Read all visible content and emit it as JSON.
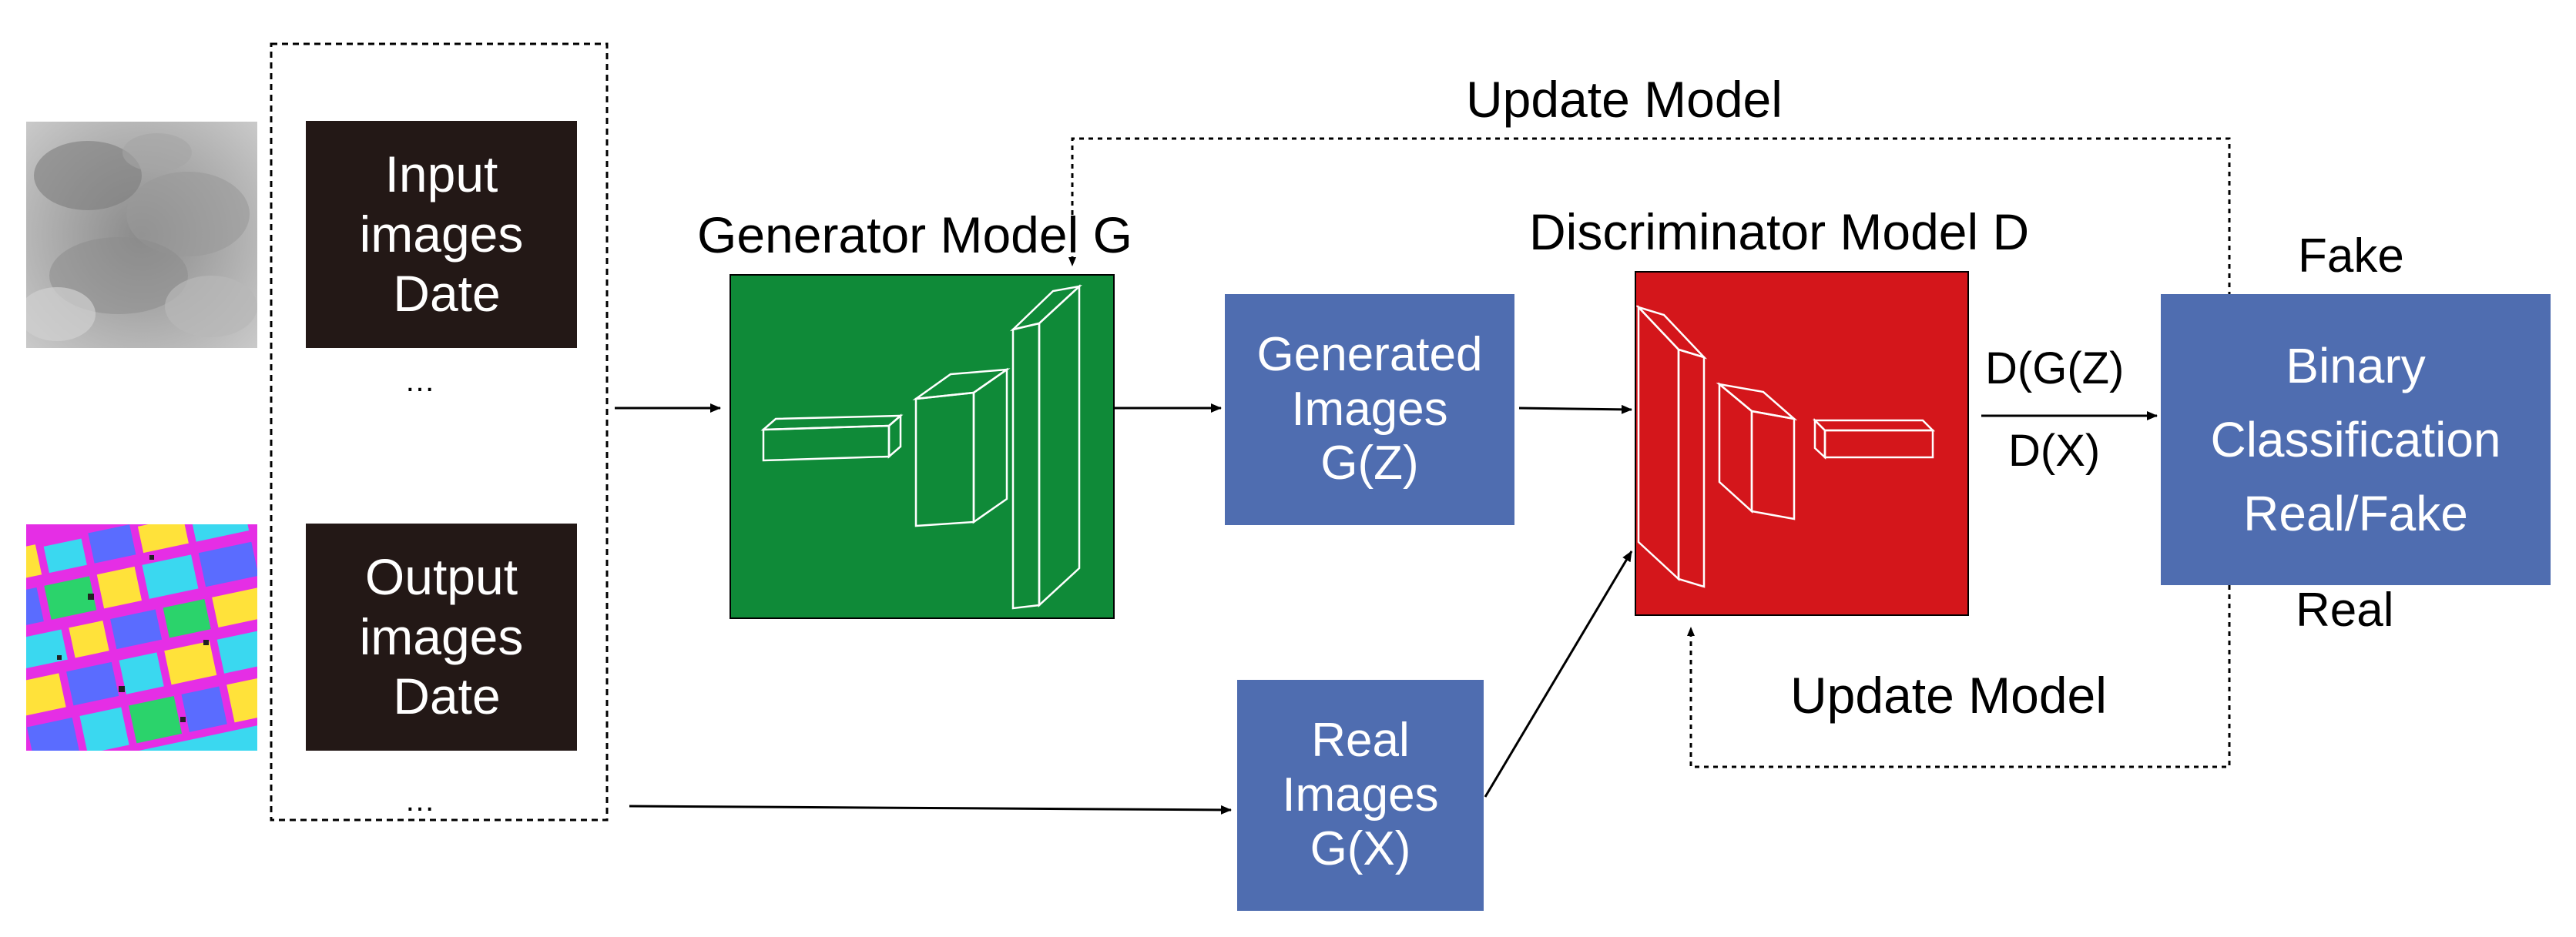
{
  "colors": {
    "generator_fill": "#0f8a38",
    "discriminator_fill": "#d4161b",
    "blue_box": "#4f6db0",
    "dark_box": "#231816"
  },
  "thumbnails": [
    {
      "name": "grayscale-satellite-image"
    },
    {
      "name": "colorful-landuse-map-image"
    }
  ],
  "input_box": {
    "lines": [
      "Input",
      "images",
      "Date"
    ]
  },
  "output_box": {
    "lines": [
      "Output",
      "images",
      "Date"
    ]
  },
  "ellipsis_top": "…",
  "ellipsis_bottom": "…",
  "generator": {
    "title": "Generator Model G"
  },
  "discriminator": {
    "title": "Discriminator Model D"
  },
  "generated_box": {
    "lines": [
      "Generated",
      "Images",
      "G(Z)"
    ]
  },
  "real_box": {
    "lines": [
      "Real",
      "Images",
      "G(X)"
    ]
  },
  "classification_box": {
    "lines": [
      "Binary",
      "Classification",
      "Real/Fake"
    ]
  },
  "update_model_top": "Update Model",
  "update_model_bottom": "Update Model",
  "dgz_label": "D(G(Z)",
  "dx_label": "D(X)",
  "fake_label": "Fake",
  "real_label": "Real"
}
